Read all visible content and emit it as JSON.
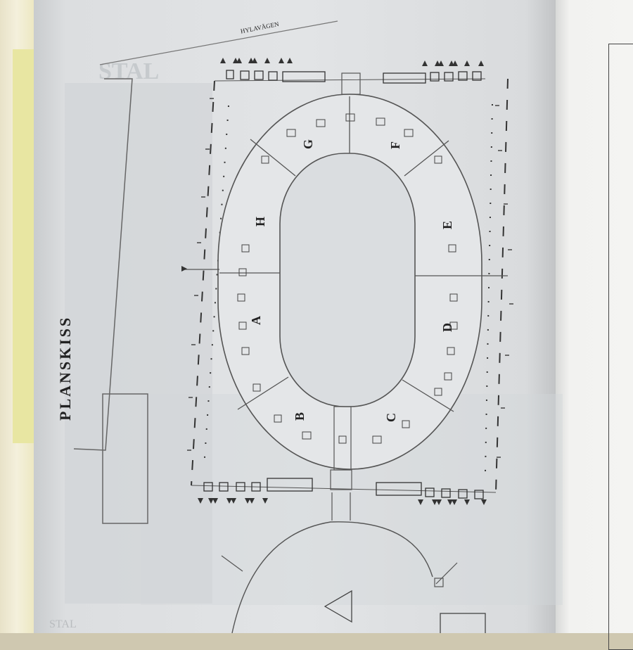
{
  "document": {
    "title": "PLANSKISS",
    "road_label": "HYLAVÄGEN",
    "faded_header": "STAL",
    "faded_footer": "STAL",
    "sections": [
      {
        "label": "A"
      },
      {
        "label": "B"
      },
      {
        "label": "C"
      },
      {
        "label": "D"
      },
      {
        "label": "E"
      },
      {
        "label": "F"
      },
      {
        "label": "G"
      },
      {
        "label": "H"
      }
    ]
  }
}
